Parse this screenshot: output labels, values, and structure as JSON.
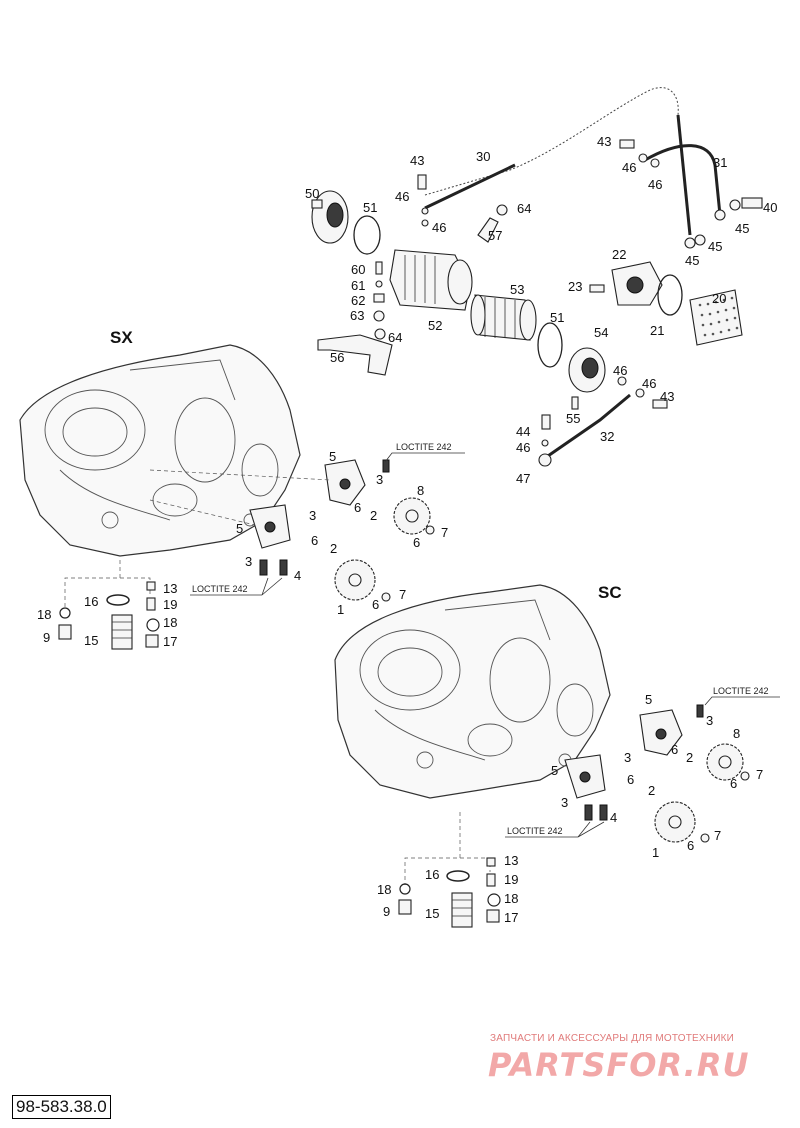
{
  "variant_labels": {
    "sx": "SX",
    "sc": "SC"
  },
  "loctite": "LOCTITE 242",
  "document_number": "98-583.38.0",
  "watermark": {
    "subtitle": "ЗАПЧАСТИ И АКСЕССУАРЫ ДЛЯ МОТОТЕХНИКИ",
    "logo": "PARTSFOR.RU"
  },
  "callouts": {
    "n1": "1",
    "n2": "2",
    "n3": "3",
    "n4": "4",
    "n5": "5",
    "n6": "6",
    "n7": "7",
    "n8": "8",
    "n9": "9",
    "n13": "13",
    "n15": "15",
    "n16": "16",
    "n17": "17",
    "n18": "18",
    "n19": "19",
    "n20": "20",
    "n21": "21",
    "n22": "22",
    "n23": "23",
    "n30": "30",
    "n31": "31",
    "n32": "32",
    "n40": "40",
    "n43": "43",
    "n44": "44",
    "n45": "45",
    "n46": "46",
    "n47": "47",
    "n50": "50",
    "n51": "51",
    "n52": "52",
    "n53": "53",
    "n54": "54",
    "n55": "55",
    "n56": "56",
    "n57": "57",
    "n60": "60",
    "n61": "61",
    "n62": "62",
    "n63": "63",
    "n64": "64"
  }
}
